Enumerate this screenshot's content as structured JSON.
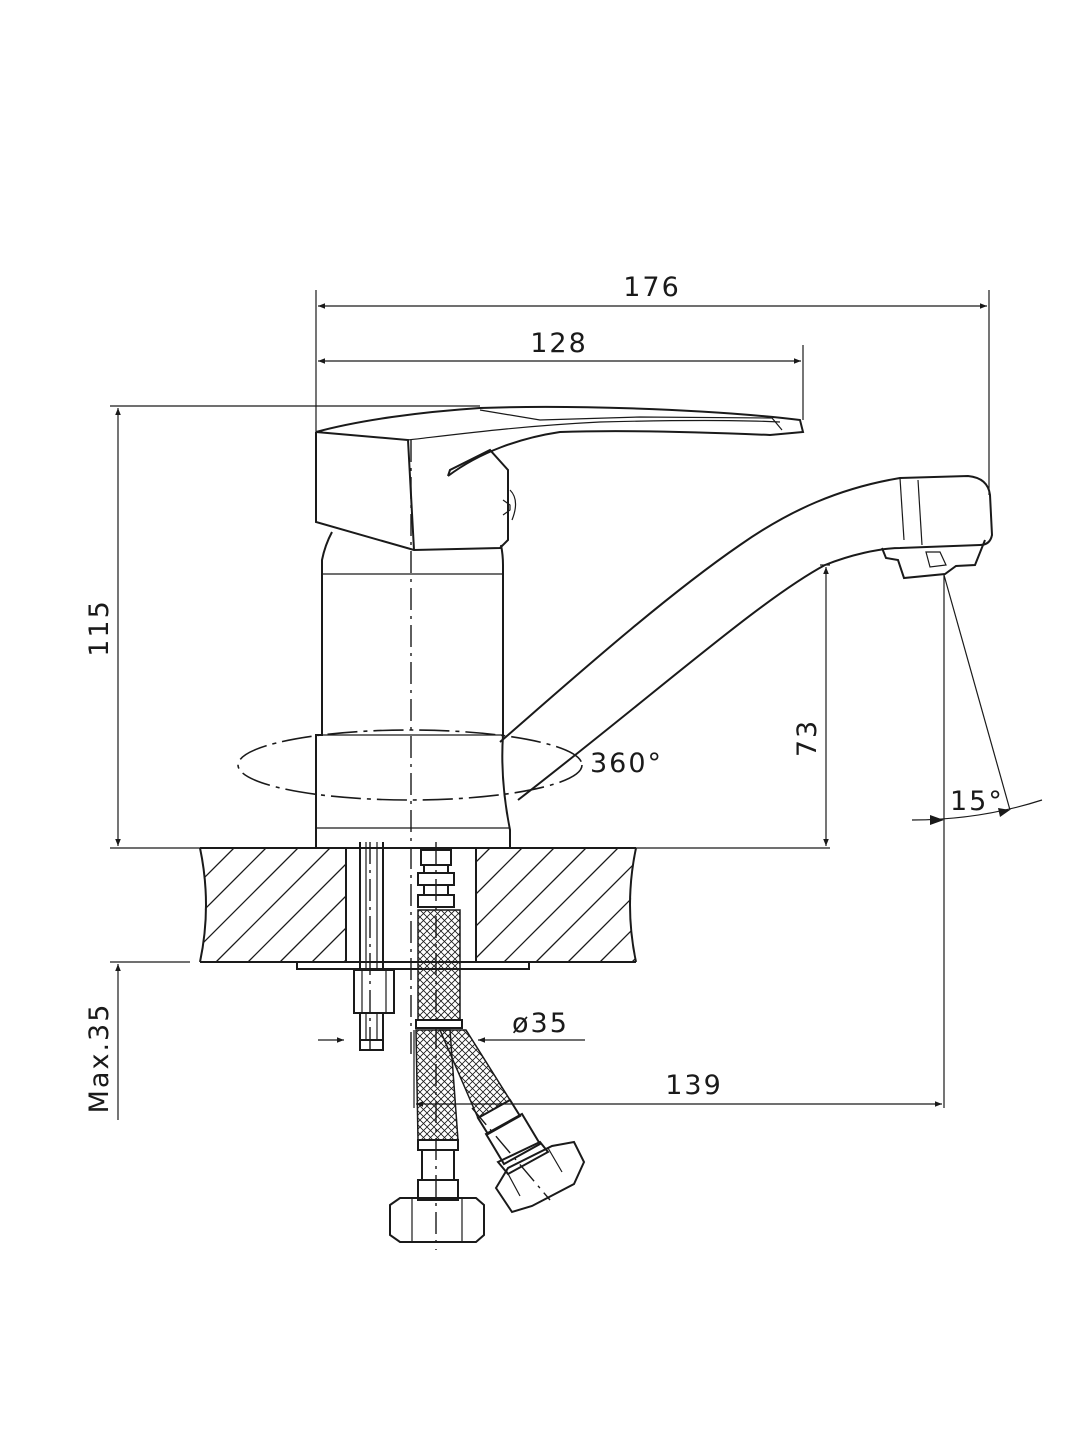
{
  "drawing": {
    "dims": {
      "overall_length": "176",
      "lever_length": "128",
      "total_height": "115",
      "spout_height": "73",
      "swivel_angle": "360°",
      "aerator_tilt": "15°",
      "hole_diameter": "ø35",
      "spout_reach": "139",
      "max_counter_thickness": "Max.35"
    }
  }
}
